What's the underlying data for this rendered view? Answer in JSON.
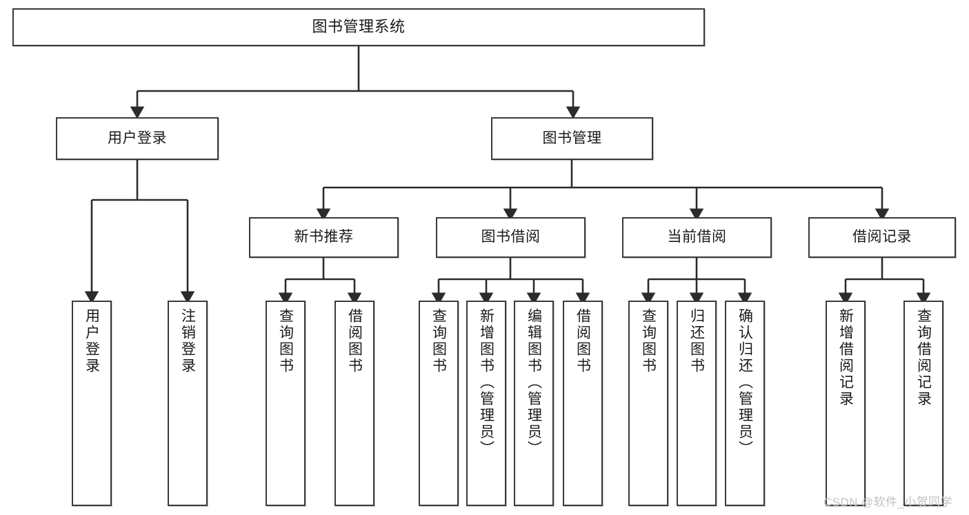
{
  "diagram": {
    "title": "图书管理系统",
    "type": "tree-hierarchy-chart",
    "colors": {
      "box_border": "#3a3a3a",
      "box_fill": "#ffffff",
      "connector": "#2b2b2b",
      "text": "#1a1a1a",
      "watermark": "#c2c2c2"
    },
    "root": {
      "label": "图书管理系统"
    },
    "level2": [
      {
        "label": "用户登录"
      },
      {
        "label": "图书管理"
      }
    ],
    "level3": [
      {
        "label": "新书推荐"
      },
      {
        "label": "图书借阅"
      },
      {
        "label": "当前借阅"
      },
      {
        "label": "借阅记录"
      }
    ],
    "leaves_user_login": [
      {
        "label": "用户登录"
      },
      {
        "label": "注销登录"
      }
    ],
    "leaves_new_book": [
      {
        "label": "查询图书"
      },
      {
        "label": "借阅图书"
      }
    ],
    "leaves_borrow": [
      {
        "label": "查询图书"
      },
      {
        "label": "新增图书（管理员）"
      },
      {
        "label": "编辑图书（管理员）"
      },
      {
        "label": "借阅图书"
      }
    ],
    "leaves_current": [
      {
        "label": "查询图书"
      },
      {
        "label": "归还图书"
      },
      {
        "label": "确认归还（管理员）"
      }
    ],
    "leaves_records": [
      {
        "label": "新增借阅记录"
      },
      {
        "label": "查询借阅记录"
      }
    ]
  },
  "watermark": {
    "text": "CSDN @软件_小贺同学"
  }
}
